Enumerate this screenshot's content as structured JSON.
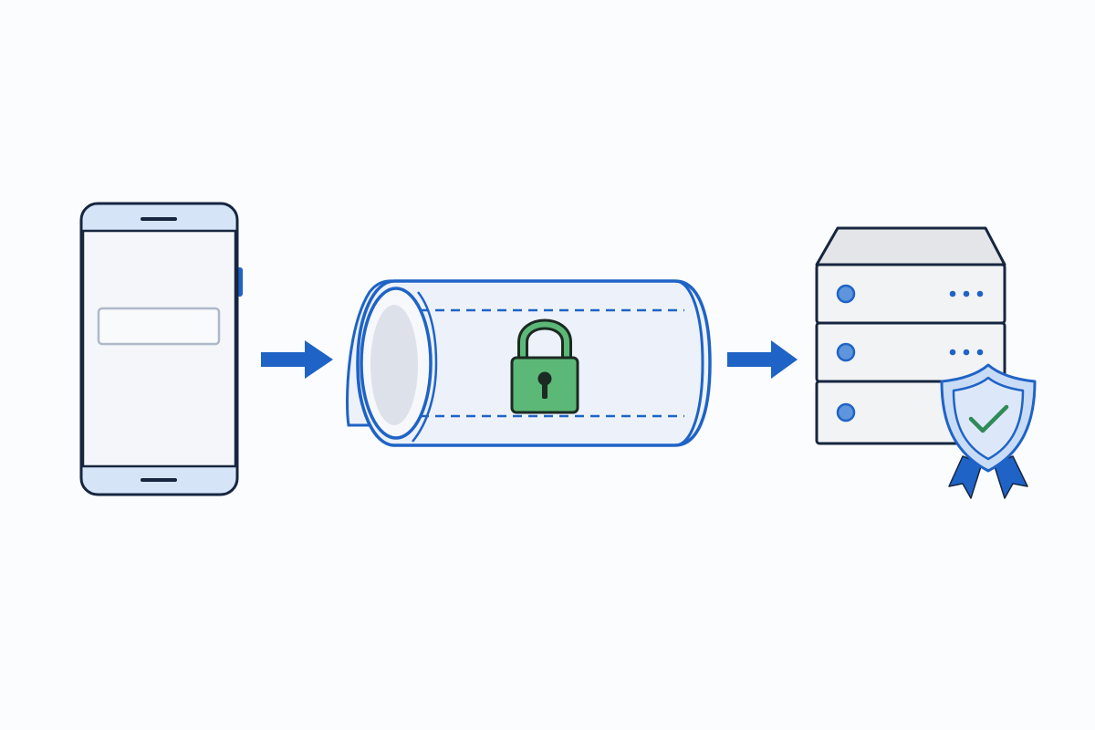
{
  "diagram": {
    "nodes": [
      {
        "id": "phone",
        "icon": "smartphone-icon"
      },
      {
        "id": "tunnel",
        "icon": "encrypted-tunnel-icon",
        "badge_icon": "padlock-icon"
      },
      {
        "id": "server",
        "icon": "server-rack-icon",
        "badge_icon": "verified-shield-icon"
      }
    ],
    "edges": [
      {
        "from": "phone",
        "to": "tunnel",
        "icon": "arrow-right-icon"
      },
      {
        "from": "tunnel",
        "to": "server",
        "icon": "arrow-right-icon"
      }
    ]
  },
  "colors": {
    "outline_dark": "#17263f",
    "accent_blue": "#1f63c6",
    "light_blue_fill": "#d6e4f8",
    "screen_fill": "#f4f6f9",
    "tunnel_fill": "#edf2fa",
    "lock_green": "#5cb877",
    "lock_dark": "#1b2a22",
    "server_fill": "#f2f3f5",
    "server_top": "#e3e5e9",
    "shield_fill": "#c9dcf6",
    "check_green": "#2e8a56"
  }
}
